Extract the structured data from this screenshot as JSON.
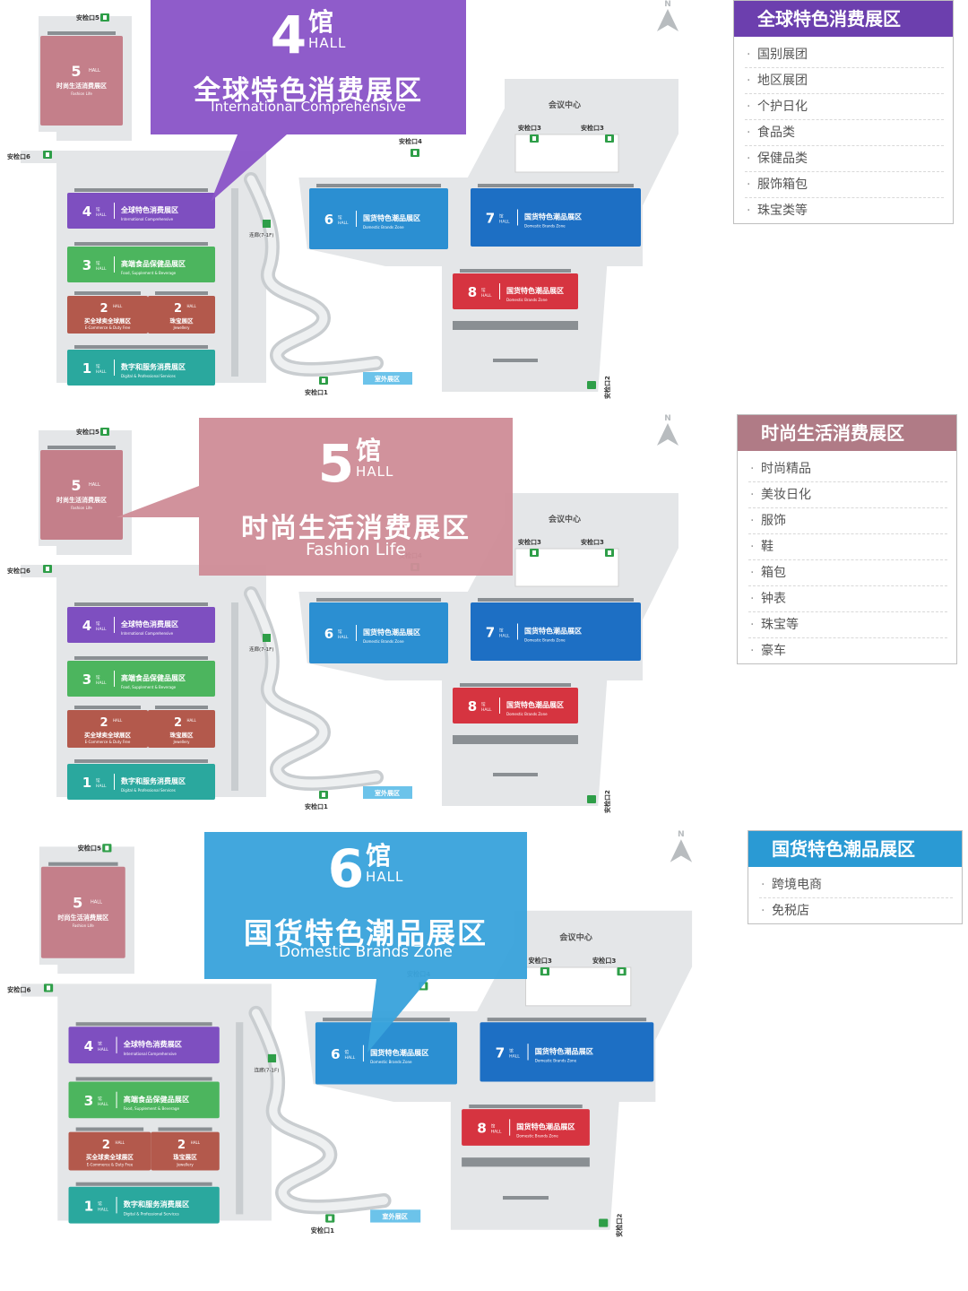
{
  "map_labels": {
    "gate1": "安检口1",
    "gate2": "安检口2",
    "gate3": "安检口3",
    "gate4": "安检口4",
    "gate5": "安检口5",
    "gate6": "安检口6",
    "conference": "会议中心",
    "outdoor": "室外展区",
    "corridor": "连廊(7-1F)",
    "north": "N",
    "hall_unit": "HALL",
    "guan": "馆"
  },
  "halls": [
    {
      "id": "1",
      "number": "1",
      "zone_cn": "数字和服务消费展区",
      "zone_en": "Digital & Professional Services",
      "color": "#2aa89e"
    },
    {
      "id": "2a",
      "number": "2",
      "zone_cn": "买全球卖全球展区",
      "zone_en": "E-Commerce & Duty Free",
      "color": "#b3594c"
    },
    {
      "id": "2b",
      "number": "2",
      "zone_cn": "珠宝展区",
      "zone_en": "Jewellery",
      "color": "#b3594c"
    },
    {
      "id": "3",
      "number": "3",
      "zone_cn": "高端食品保健品展区",
      "zone_en": "Food, Supplement & Beverage",
      "color": "#4cb55e"
    },
    {
      "id": "4",
      "number": "4",
      "zone_cn": "全球特色消费展区",
      "zone_en": "International Comprehensive",
      "color": "#7e4fc0"
    },
    {
      "id": "5",
      "number": "5",
      "zone_cn": "时尚生活消费展区",
      "zone_en": "Fashion Life",
      "color": "#c47f8a"
    },
    {
      "id": "6",
      "number": "6",
      "zone_cn": "国货特色潮品展区",
      "zone_en": "Domestic Brands Zone",
      "color": "#2b8fd2"
    },
    {
      "id": "7",
      "number": "7",
      "zone_cn": "国货特色潮品展区",
      "zone_en": "Domestic Brands Zone",
      "color": "#1d6fc4"
    },
    {
      "id": "8",
      "number": "8",
      "zone_cn": "国货特色潮品展区",
      "zone_en": "Domestic Brands Zone",
      "color": "#d63440"
    }
  ],
  "panels": [
    {
      "highlight": {
        "number": "4",
        "zone_cn": "全球特色消费展区",
        "zone_en": "International Comprehensive",
        "color": "#8a55c8"
      },
      "category": {
        "title": "全球特色消费展区",
        "color": "#6c3fae",
        "items": [
          "国别展团",
          "地区展团",
          "个护日化",
          "食品类",
          "保健品类",
          "服饰箱包",
          "珠宝类等"
        ]
      }
    },
    {
      "highlight": {
        "number": "5",
        "zone_cn": "时尚生活消费展区",
        "zone_en": "Fashion Life",
        "color": "#cf8e98"
      },
      "category": {
        "title": "时尚生活消费展区",
        "color": "#b07b86",
        "items": [
          "时尚精品",
          "美妆日化",
          "服饰",
          "鞋",
          "箱包",
          "钟表",
          "珠宝等",
          "豪车"
        ]
      }
    },
    {
      "highlight": {
        "number": "6",
        "zone_cn": "国货特色潮品展区",
        "zone_en": "Domestic Brands Zone",
        "color": "#3aa3dc"
      },
      "category": {
        "title": "国货特色潮品展区",
        "color": "#2a9ad4",
        "items": [
          "跨境电商",
          "免税店"
        ]
      }
    }
  ]
}
